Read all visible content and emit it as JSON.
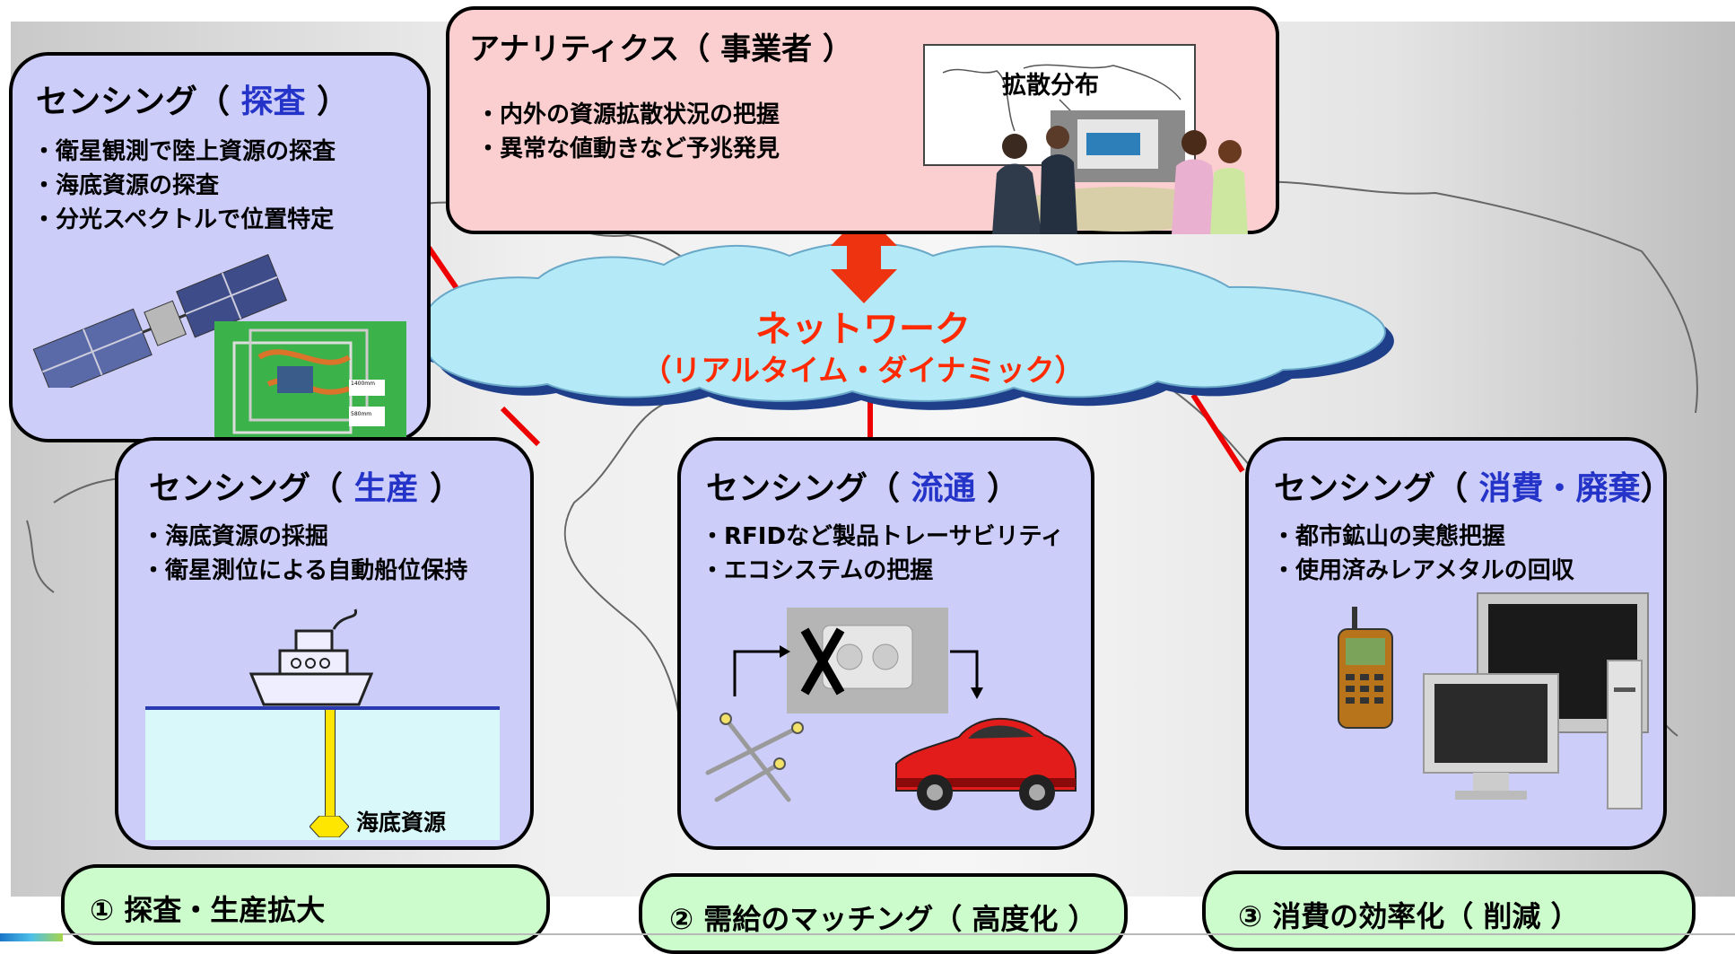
{
  "network": {
    "title": "ネットワーク",
    "subtitle": "（リアルタイム・ダイナミック）"
  },
  "analytics": {
    "title": "アナリティクス（ 事業者 ）",
    "bullets": [
      "・内外の資源拡散状況の把握",
      "・異常な値動きなど予兆発見"
    ],
    "map_label": "拡散分布"
  },
  "exploration": {
    "title_prefix": "センシング（ ",
    "title_kw": "探査",
    "title_suffix": " ）",
    "bullets": [
      "・衛星観測で陸上資源の探査",
      "・海底資源の探査",
      "・分光スペクトルで位置特定"
    ],
    "scale_labels": [
      "1400mm",
      "580mm"
    ]
  },
  "production": {
    "title_prefix": "センシング（ ",
    "title_kw": "生産",
    "title_suffix": " ）",
    "bullets": [
      "・海底資源の採掘",
      "・衛星測位による自動船位保持"
    ],
    "seabed_label": "海底資源"
  },
  "distribution": {
    "title_prefix": "センシング（ ",
    "title_kw": "流通",
    "title_suffix": " ）",
    "bullets": [
      "・RFIDなど製品トレーサビリティ",
      "・エコシステムの把握"
    ]
  },
  "consumption": {
    "title_prefix": "センシング（ ",
    "title_kw": "消費・廃棄",
    "title_suffix": "）",
    "bullets": [
      "・都市鉱山の実態把握",
      "・使用済みレアメタルの回収"
    ]
  },
  "outcomes": [
    "① 探査・生産拡大",
    "② 需給のマッチング（ 高度化 ）",
    "③ 消費の効率化（ 削減 ）"
  ],
  "colors": {
    "accent_red": "#ff2a00",
    "keyword_blue": "#2433c8",
    "box_blue": "#cdcdfa",
    "box_pink": "#fbcfcf",
    "box_green": "#ccfccc",
    "cloud": "#b4eaf8"
  }
}
